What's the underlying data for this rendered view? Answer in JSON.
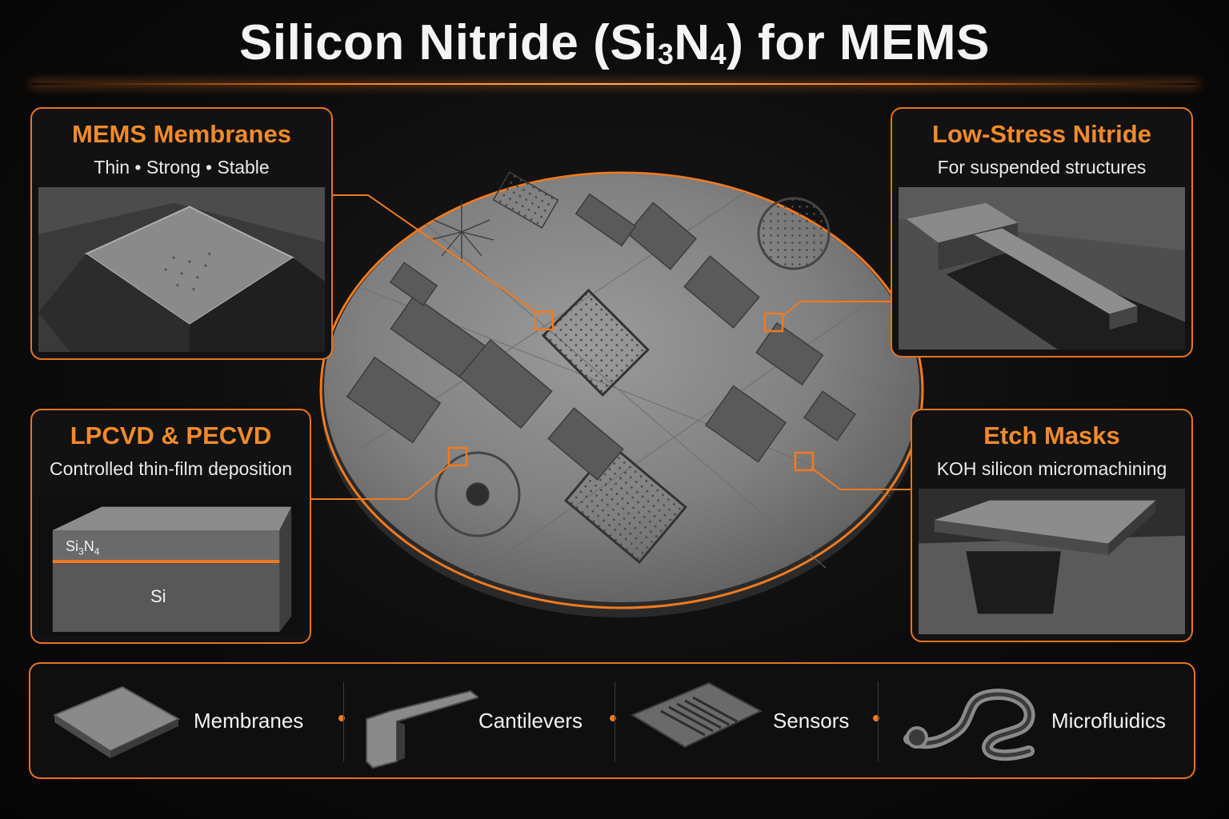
{
  "title": {
    "prefix": "Silicon Nitride (Si",
    "sub1": "3",
    "mid": "N",
    "sub2": "4",
    "suffix": ") for MEMS"
  },
  "panels": {
    "membranes": {
      "title": "MEMS Membranes",
      "subtitle": "Thin • Strong • Stable"
    },
    "low_stress": {
      "title": "Low-Stress Nitride",
      "subtitle": "For suspended structures"
    },
    "deposition": {
      "title": "LPCVD & PECVD",
      "subtitle": "Controlled thin-film deposition",
      "layer_top": "Si",
      "layer_top_sub1": "3",
      "layer_top_mid": "N",
      "layer_top_sub2": "4",
      "layer_bottom": "Si"
    },
    "etch": {
      "title": "Etch Masks",
      "subtitle": "KOH silicon micromachining"
    }
  },
  "applications": [
    {
      "label": "Membranes",
      "icon": "perforated-membrane-icon"
    },
    {
      "label": "Cantilevers",
      "icon": "cantilever-icon"
    },
    {
      "label": "Sensors",
      "icon": "comb-sensor-icon"
    },
    {
      "label": "Microfluidics",
      "icon": "microfluidic-channel-icon"
    }
  ],
  "colors": {
    "accent": "#f17a1e",
    "panel_border": "#e8731c",
    "background": "#0c0c0c",
    "wafer": "#8a8a8a"
  }
}
